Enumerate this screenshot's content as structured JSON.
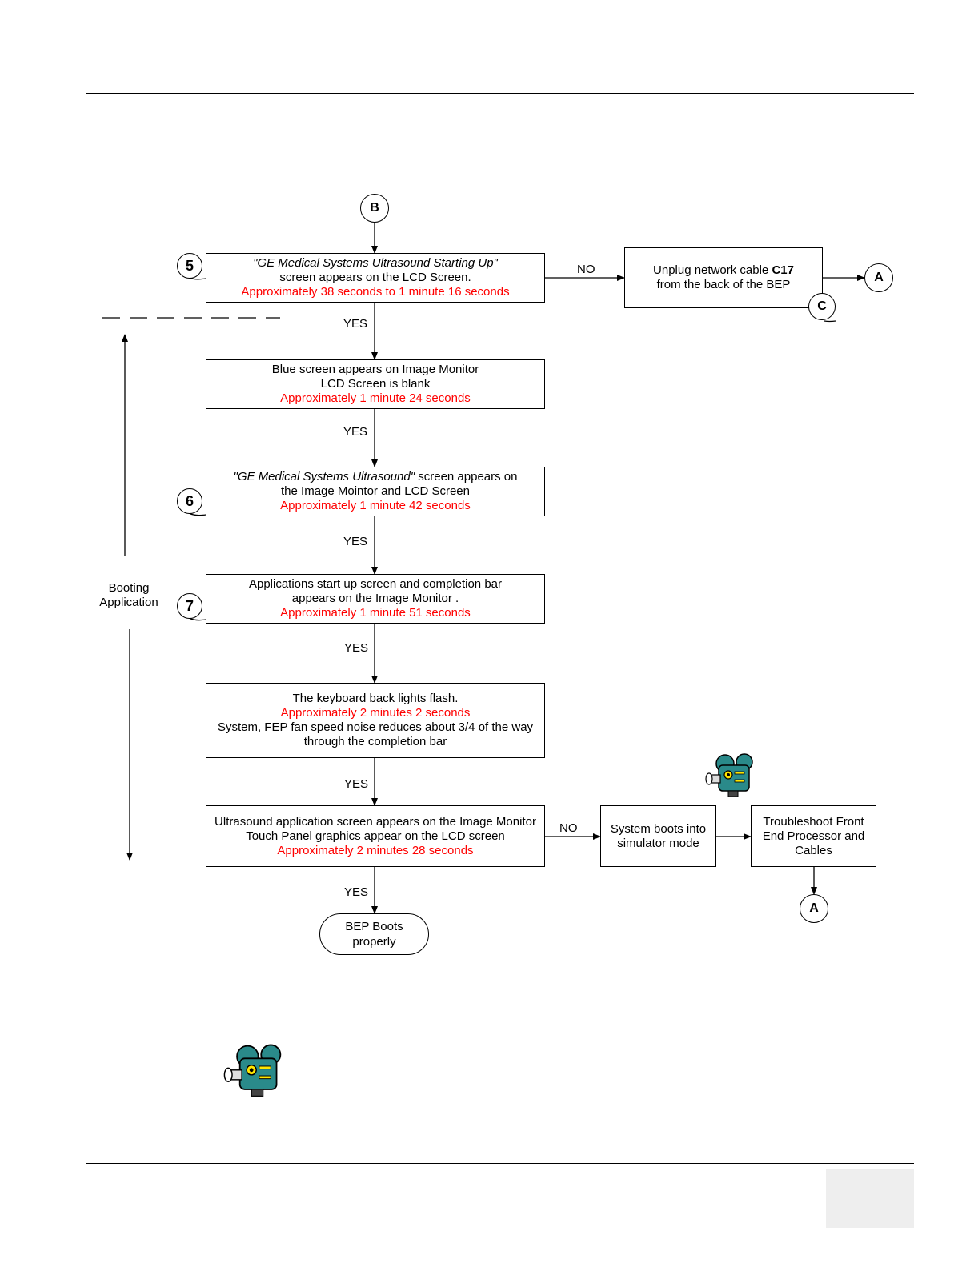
{
  "start_connector": "B",
  "steps": {
    "s5": "5",
    "s6": "6",
    "s7": "7"
  },
  "box1": {
    "line1": "\"GE Medical Systems Ultrasound Starting Up\"",
    "line2": "screen appears on the LCD Screen.",
    "time": "Approximately 38 seconds to 1 minute 16 seconds"
  },
  "box_unplug": {
    "line1_prefix": "Unplug network cable ",
    "line1_bold": "C17",
    "line2": "from the back of the BEP",
    "connector": "C"
  },
  "connector_a_top": "A",
  "box2": {
    "line1": "Blue screen appears on Image Monitor",
    "line2": "LCD Screen is blank",
    "time": "Approximately 1 minute 24 seconds"
  },
  "box3": {
    "line1_italic": "\"GE Medical Systems Ultrasound\"",
    "line1_rest": " screen appears on",
    "line2": "the Image Mointor and LCD Screen",
    "time": "Approximately 1 minute 42 seconds"
  },
  "box4": {
    "line1": "Applications start up screen and completion bar",
    "line2": "appears on the Image Monitor .",
    "time": "Approximately 1 minute 51 seconds"
  },
  "box5": {
    "line1": "The keyboard back lights flash.",
    "time": "Approximately 2 minutes 2 seconds",
    "line2": "System, FEP fan speed noise reduces about 3/4 of the way",
    "line3": "through the completion bar"
  },
  "box6": {
    "line1": "Ultrasound application screen appears on the Image Monitor",
    "line2": "Touch Panel graphics appear on the LCD screen",
    "time": "Approximately 2 minutes 28 seconds"
  },
  "box_sim": {
    "line1": "System boots into",
    "line2": "simulator mode"
  },
  "box_trouble": {
    "line1": "Troubleshoot Front",
    "line2": "End Processor and",
    "line3": "Cables"
  },
  "connector_a_bottom": "A",
  "terminal": {
    "line1": "BEP Boots",
    "line2": "properly"
  },
  "labels": {
    "yes": "YES",
    "no": "NO"
  },
  "side": {
    "line1": "Booting",
    "line2": "Application"
  },
  "icons": [
    "movie-camera-icon",
    "movie-camera-icon"
  ],
  "colors": {
    "time_text": "#ff0000",
    "camera_body": "#2a8a8a"
  }
}
